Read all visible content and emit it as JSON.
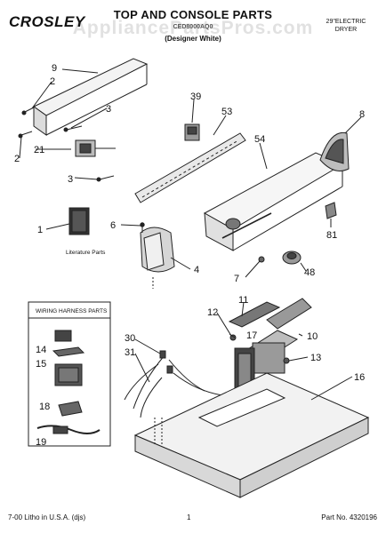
{
  "header": {
    "brand": "CROSLEY",
    "title": "TOP AND CONSOLE PARTS",
    "model": "CED8000AQ0",
    "color": "(Designer White)",
    "dryer_type_line1": "29\"ELECTRIC",
    "dryer_type_line2": "DRYER",
    "watermark": "AppliancePartsPros.com"
  },
  "diagram": {
    "labels": {
      "p1": "1",
      "p2a": "2",
      "p2b": "2",
      "p3a": "3",
      "p3b": "3",
      "p4": "4",
      "p6": "6",
      "p7": "7",
      "p8": "8",
      "p9": "9",
      "p10": "10",
      "p11": "11",
      "p12": "12",
      "p13": "13",
      "p14": "14",
      "p15": "15",
      "p16": "16",
      "p17": "17",
      "p18": "18",
      "p19": "19",
      "p21": "21",
      "p30": "30",
      "p31": "31",
      "p39": "39",
      "p48": "48",
      "p53": "53",
      "p54": "54",
      "p81": "81"
    },
    "literature_parts": "Literature Parts",
    "wiring_box_title": "WIRING HARNESS PARTS"
  },
  "footer": {
    "left": "7-00 Litho in U.S.A. (djs)",
    "center": "1",
    "right": "Part No. 4320196"
  }
}
